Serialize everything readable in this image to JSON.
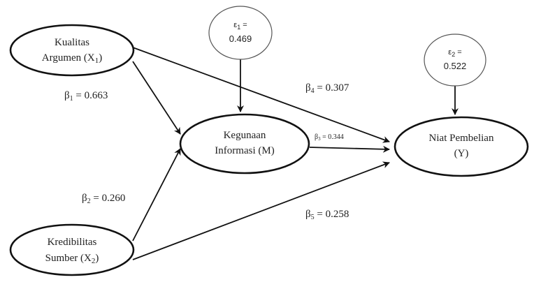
{
  "nodes": {
    "x1": {
      "line1": "Kualitas",
      "line2": "Argumen (X",
      "sub": "1",
      "close": ")"
    },
    "x2": {
      "line1": "Kredibilitas",
      "line2": "Sumber (X",
      "sub": "2",
      "close": ")"
    },
    "m": {
      "line1": "Kegunaan",
      "line2": "Informasi (M)"
    },
    "y": {
      "line1": "Niat Pembelian",
      "line2": "(Y)"
    }
  },
  "errors": {
    "e1": {
      "label": "ε",
      "sub": "1",
      "eq": " =",
      "value": "0.469"
    },
    "e2": {
      "label": "ε",
      "sub": "2",
      "eq": " =",
      "value": "0.522"
    }
  },
  "paths": {
    "b1": {
      "sym": "β",
      "sub": "1",
      "text": " = 0.663"
    },
    "b2": {
      "sym": "β",
      "sub": "2",
      "text": " = 0.260"
    },
    "b3": {
      "sym": "β",
      "sub": "3",
      "text": " = 0.344"
    },
    "b4": {
      "sym": "β",
      "sub": "4",
      "text": " = 0.307"
    },
    "b5": {
      "sym": "β",
      "sub": "5",
      "text": " = 0.258"
    }
  }
}
